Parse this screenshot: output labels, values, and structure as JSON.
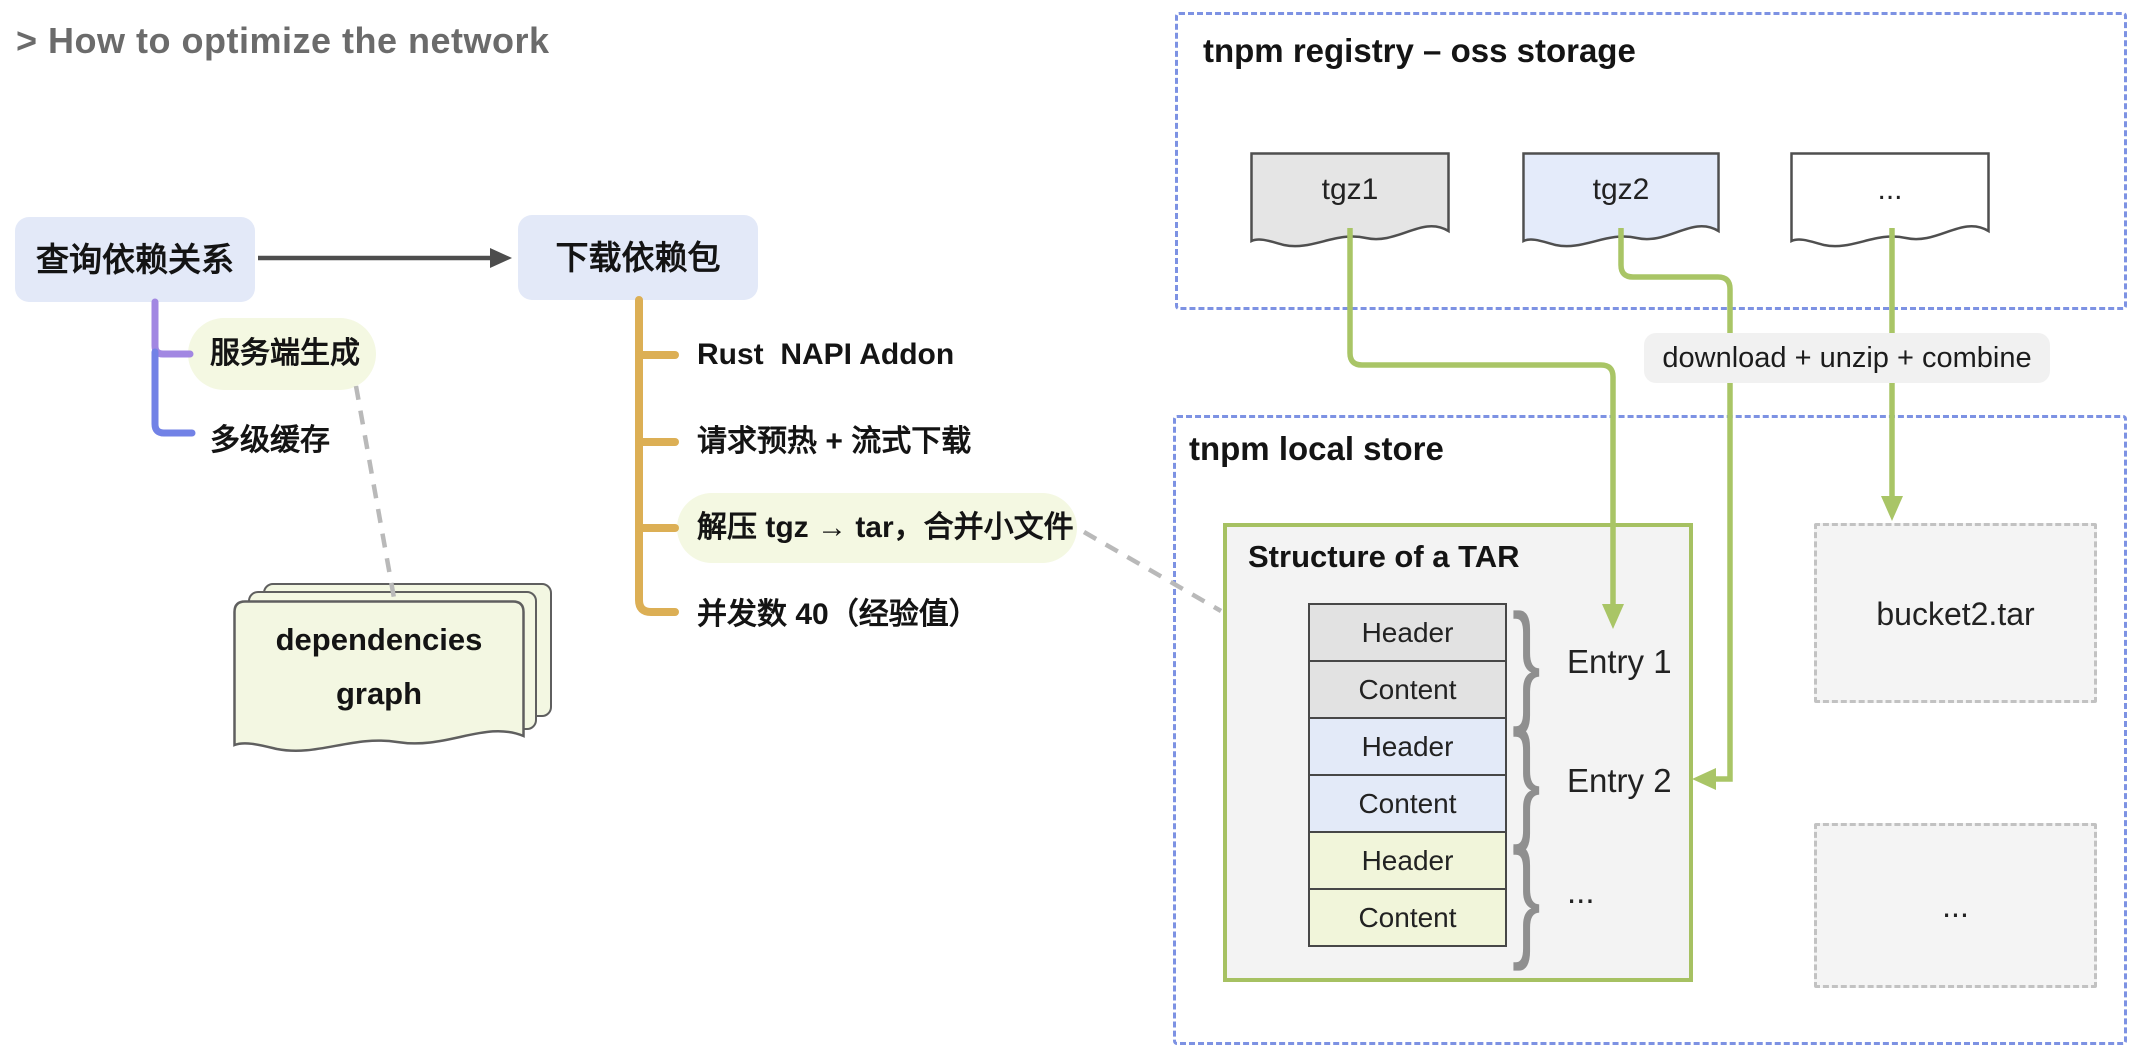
{
  "page": {
    "title": "> How to optimize the network"
  },
  "flow": {
    "step1": "查询依赖关系",
    "step2": "下载依赖包",
    "step1_children": {
      "highlighted": "服务端生成",
      "plain": "多级缓存"
    },
    "graph_doc": {
      "line1": "dependencies",
      "line2": "graph"
    },
    "step2_children": {
      "item1": "Rust  NAPI Addon",
      "item2": "请求预热 + 流式下载",
      "item3": "解压 tgz → tar，合并小文件",
      "item4": "并发数 40（经验值）"
    }
  },
  "registry": {
    "title": "tnpm registry – oss storage",
    "docs": {
      "doc1": "tgz1",
      "doc2": "tgz2",
      "doc3": "..."
    }
  },
  "transfer_label": "download + unzip + combine",
  "local_store": {
    "title": "tnpm local store",
    "tar": {
      "title": "Structure of a TAR",
      "rows": {
        "r1": "Header",
        "r2": "Content",
        "r3": "Header",
        "r4": "Content",
        "r5": "Header",
        "r6": "Content"
      },
      "entries": {
        "e1": "Entry 1",
        "e2": "Entry 2",
        "e3": "..."
      },
      "brace": "}"
    },
    "buckets": {
      "b1": "bucket2.tar",
      "b2": "..."
    }
  },
  "colors": {
    "node_fill": "#e3e9f8",
    "highlight_fill": "#f4f8e2",
    "purple_branch": "#a287e2",
    "blue_branch": "#7282e6",
    "gold_branch": "#dcaf55",
    "green_arrow": "#a9c566",
    "dashed_section_border": "#7d92e3",
    "row_gray": "#e2e2e2",
    "row_blue": "#e3eaf8",
    "row_green": "#f1f5da",
    "title_gray": "#6b6b6b"
  }
}
